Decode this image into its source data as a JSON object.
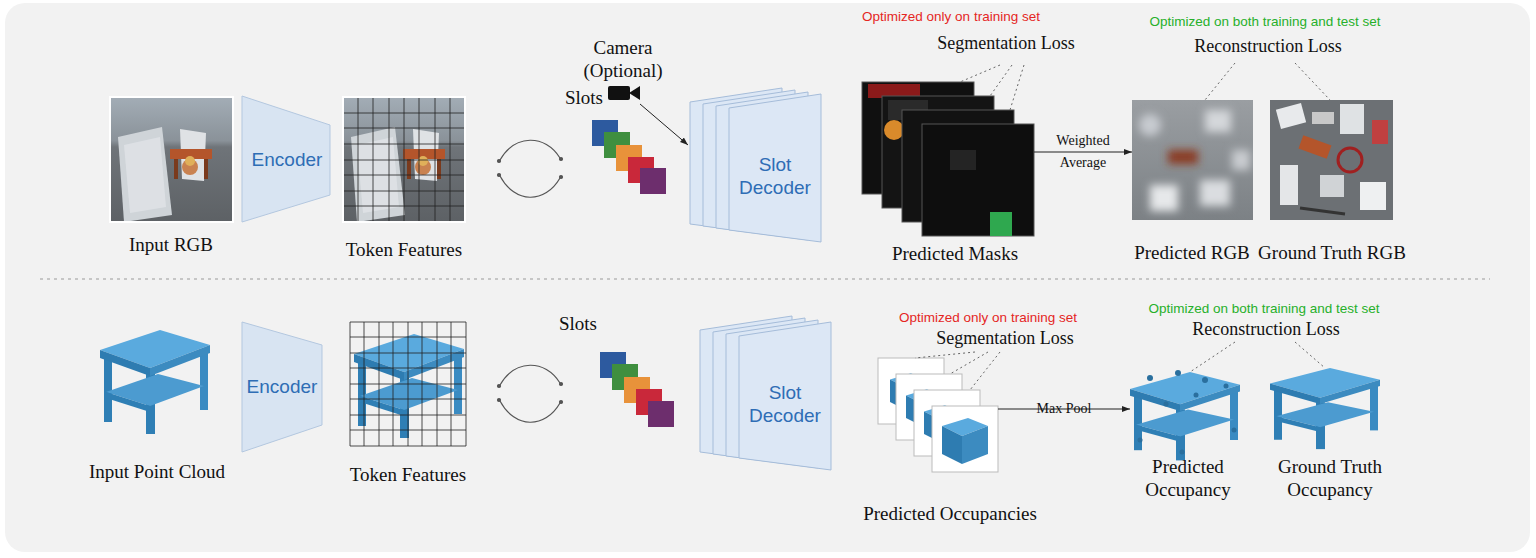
{
  "diagram": {
    "nodes": [
      {
        "text": [
          "Input RGB"
        ]
      },
      {
        "text": [
          "Encoder"
        ]
      },
      {
        "text": [
          "Token Features"
        ]
      },
      {
        "text": [
          "Slots"
        ]
      },
      {
        "text": [
          "Camera (Optional)"
        ]
      },
      {
        "text": [
          "Slot Decoder"
        ]
      },
      {
        "text": [
          "Optimized only on training set",
          "Segmentation Loss"
        ]
      },
      {
        "text": [
          "Predicted Masks"
        ]
      },
      {
        "text": [
          "Optimized on both training and test set",
          "Reconstruction Loss"
        ]
      },
      {
        "text": [
          "Predicted RGB"
        ]
      },
      {
        "text": [
          "Ground Truth RGB"
        ]
      },
      {
        "text": [
          "Input Point Cloud"
        ]
      },
      {
        "text": [
          "Encoder"
        ]
      },
      {
        "text": [
          "Token Features"
        ]
      },
      {
        "text": [
          "Slots"
        ]
      },
      {
        "text": [
          "Slot Decoder"
        ]
      },
      {
        "text": [
          "Optimized only on training set",
          "Segmentation Loss"
        ]
      },
      {
        "text": [
          "Predicted Occupancies"
        ]
      },
      {
        "text": [
          "Optimized on both training and test set",
          "Reconstruction Loss"
        ]
      },
      {
        "text": [
          "Predicted Occupancy"
        ]
      },
      {
        "text": [
          "Ground Truth Occupancy"
        ]
      }
    ],
    "edges": [
      {
        "from": 4,
        "to": 5,
        "arrow": "to"
      },
      {
        "from": 6,
        "to": 7,
        "arrow": "none"
      },
      {
        "from": 7,
        "to": 9,
        "label": "Weighted Average",
        "arrow": "to"
      },
      {
        "from": 8,
        "to": 9,
        "arrow": "none"
      },
      {
        "from": 8,
        "to": 10,
        "arrow": "none"
      },
      {
        "from": 16,
        "to": 17,
        "arrow": "none"
      },
      {
        "from": 17,
        "to": 19,
        "label": "Max Pool",
        "arrow": "to"
      },
      {
        "from": 18,
        "to": 19,
        "arrow": "none"
      },
      {
        "from": 18,
        "to": 20,
        "arrow": "none"
      }
    ]
  }
}
